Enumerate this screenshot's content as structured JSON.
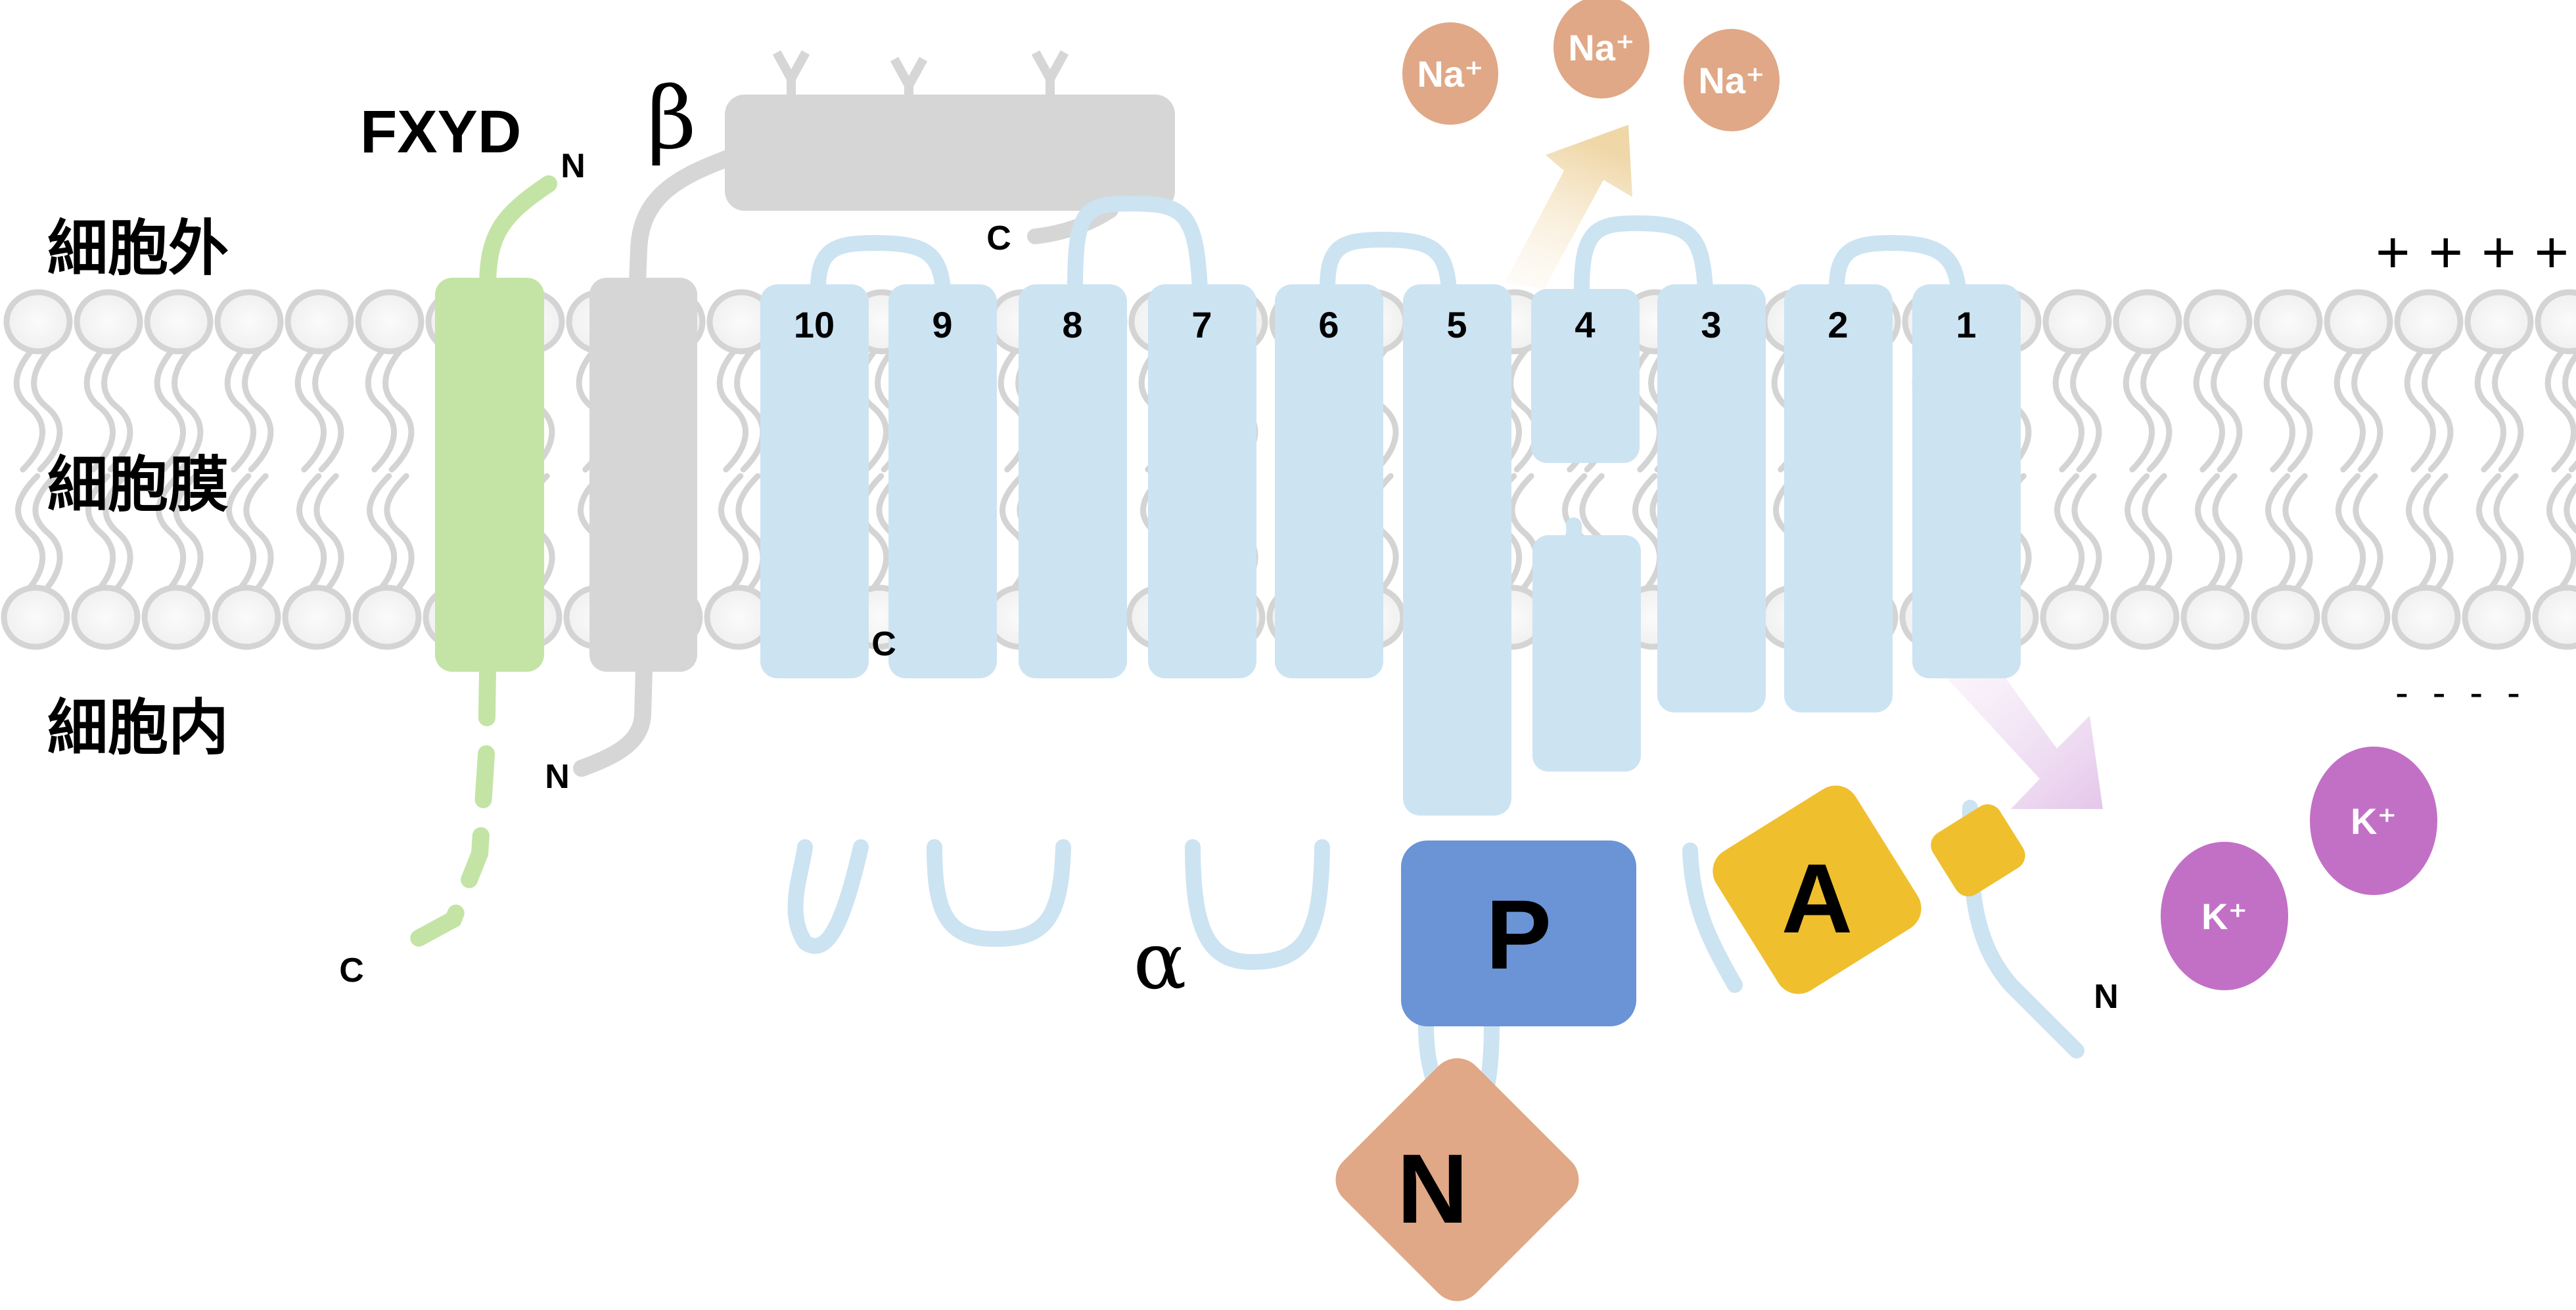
{
  "title": "Na+/K+-ATPase membrane topology",
  "regions": {
    "extracellular": "細胞外",
    "membrane": "細胞膜",
    "intracellular": "細胞内"
  },
  "charges": {
    "outside": "++++",
    "inside": "- - - -"
  },
  "subunits": {
    "fxyd": {
      "label": "FXYD",
      "n_term": "N",
      "c_term": "C",
      "color": "#c3e4a5"
    },
    "beta": {
      "label": "β",
      "n_term": "N",
      "c_term": "C",
      "glycans": [
        "Y",
        "Y",
        "Y"
      ],
      "color": "#d6d6d6"
    },
    "alpha": {
      "label": "α",
      "n_term": "N",
      "c_term": "C",
      "color": "#cce3f2",
      "helices": [
        "10",
        "9",
        "8",
        "7",
        "6",
        "5",
        "4",
        "3",
        "2",
        "1"
      ]
    }
  },
  "domains": {
    "P": {
      "label": "P",
      "color": "#6a94d5"
    },
    "N": {
      "label": "N",
      "color": "#e0a886"
    },
    "A": {
      "label": "A",
      "color": "#efbf2e"
    }
  },
  "ions": {
    "sodium": {
      "label": "Na⁺",
      "count": 3,
      "color": "#e0a886",
      "direction": "out"
    },
    "potassium": {
      "label": "K⁺",
      "count": 2,
      "color": "#c270c6",
      "direction": "in"
    }
  },
  "colors": {
    "lipid_stroke": "#d4d4d4",
    "lipid_fill": "#f4f4f4",
    "na_arrow": "#efd7a8",
    "k_arrow": "#e4c6ea"
  }
}
